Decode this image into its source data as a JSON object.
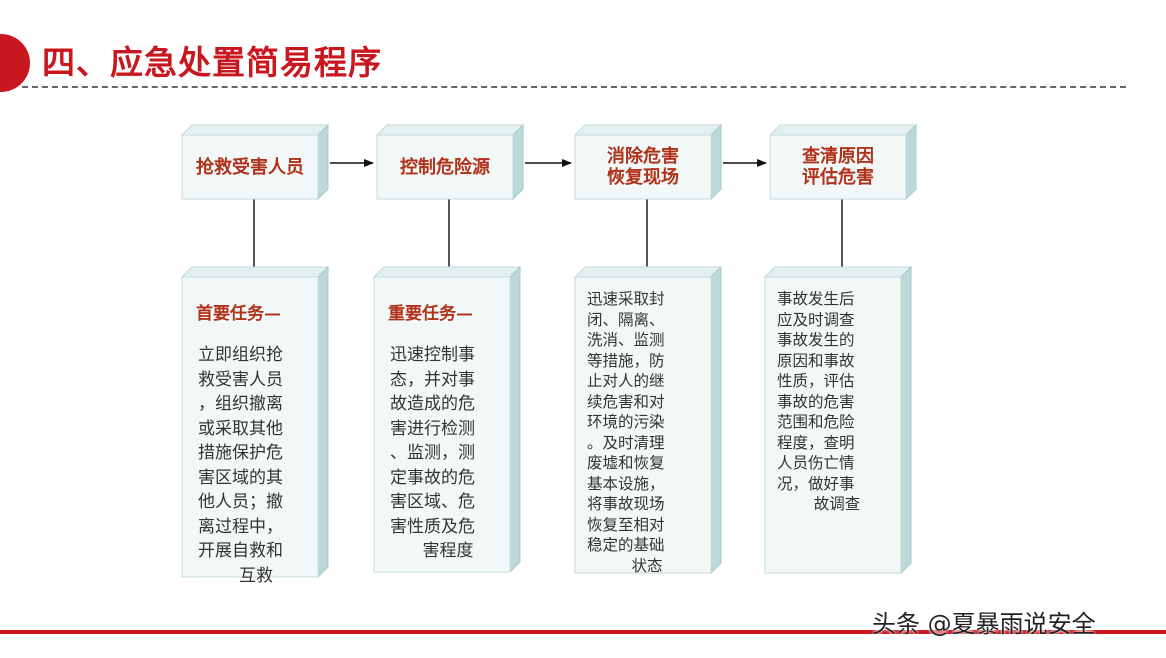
{
  "title": "四、应急处置简易程序",
  "steps": [
    {
      "label_lines": [
        "抢救受害人员"
      ]
    },
    {
      "label_lines": [
        "控制危险源"
      ]
    },
    {
      "label_lines": [
        "消除危害",
        "恢复现场"
      ]
    },
    {
      "label_lines": [
        "查清原因",
        "评估危害"
      ]
    }
  ],
  "details": [
    {
      "heading": "首要任务—",
      "lines": [
        "立即组织抢",
        "救受害人员",
        "，组织撤离",
        "或采取其他",
        "措施保护危",
        "害区域的其",
        "他人员；撤",
        "离过程中，",
        "开展自救和",
        "互救"
      ]
    },
    {
      "heading": "重要任务—",
      "lines": [
        "迅速控制事",
        "态，并对事",
        "故造成的危",
        "害进行检测",
        "、监测，测",
        "定事故的危",
        "害区域、危",
        "害性质及危",
        "害程度"
      ]
    },
    {
      "heading": "",
      "lines": [
        "迅速采取封",
        "闭、隔离、",
        "洗消、监测",
        "等措施，防",
        "止对人的继",
        "续危害和对",
        "环境的污染",
        "。及时清理",
        "废墟和恢复",
        "基本设施，",
        "将事故现场",
        "恢复至相对",
        "稳定的基础",
        "状态"
      ]
    },
    {
      "heading": "",
      "lines": [
        "事故发生后",
        "应及时调查",
        "事故发生的",
        "原因和事故",
        "性质，评估",
        "事故的危害",
        "范围和危险",
        "程度，查明",
        "人员伤亡情",
        "况，做好事",
        "故调查"
      ]
    }
  ],
  "watermark": "头条 @夏暴雨说安全",
  "colors": {
    "accent": "#c8171e",
    "box_text": "#b0321a",
    "box_face": "#f2f8f8",
    "box_side": "#bcd8d8"
  }
}
